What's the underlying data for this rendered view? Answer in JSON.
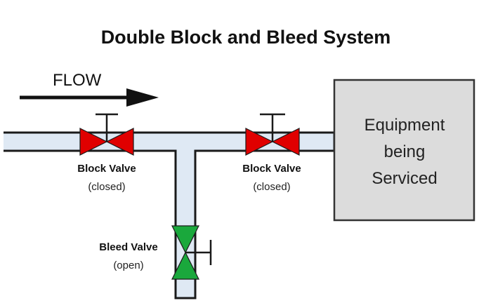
{
  "title": "Double Block and Bleed System",
  "flow": {
    "label": "FLOW"
  },
  "block_valve_1": {
    "name": "Block Valve",
    "state": "(closed)"
  },
  "block_valve_2": {
    "name": "Block Valve",
    "state": "(closed)"
  },
  "bleed_valve": {
    "name": "Bleed Valve",
    "state": "(open)"
  },
  "equipment": {
    "line1": "Equipment",
    "line2": "being",
    "line3": "Serviced"
  },
  "colors": {
    "pipe_fill": "#dfe9f4",
    "pipe_stroke": "#1a1a1a",
    "closed_valve": "#e00000",
    "open_valve": "#1aa83c",
    "equipment_fill": "#dcdcdc"
  }
}
